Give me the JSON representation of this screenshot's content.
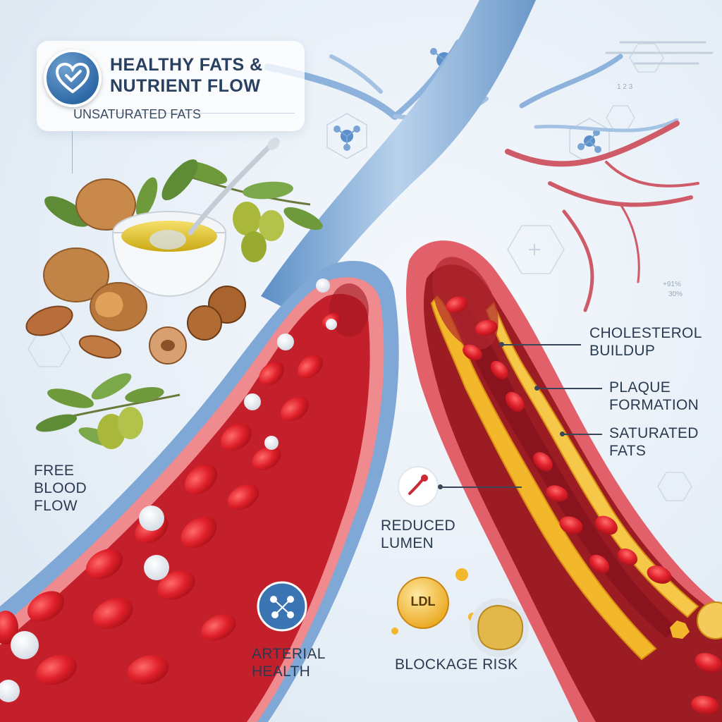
{
  "header": {
    "title_line1": "HEALTHY FATS &",
    "title_line2": "NUTRIENT FLOW",
    "subtitle": "UNSATURATED FATS"
  },
  "labels": {
    "free_blood_flow": [
      "FREE",
      "BLOOD",
      "FLOW"
    ],
    "arterial_health": [
      "ARTERIAL",
      "HEALTH"
    ],
    "cholesterol_buildup": [
      "CHOLESTEROL",
      "BUILDUP"
    ],
    "plaque_formation": [
      "PLAQUE",
      "FORMATION"
    ],
    "saturated_fats": [
      "SATURATED",
      "FATS"
    ],
    "reduced_lumen": [
      "REDUCED",
      "LUMEN"
    ],
    "blockage_risk": "BLOCKAGE RISK",
    "ldl": "LDL"
  },
  "decor_stats": {
    "top_right": "1 2 3",
    "right_a": "+91%",
    "right_b": "30%"
  },
  "icons": [
    "heart-check-icon",
    "molecule-icon",
    "network-icon",
    "ldl-particle-icon",
    "hexagon-icon"
  ],
  "colors": {
    "healthy_vessel": "#d9393e",
    "vessel_wall_blue": "#7fa8d6",
    "plaque": "#f2b72a",
    "cell": "#e4262f",
    "accent_blue": "#2f6aa8"
  }
}
